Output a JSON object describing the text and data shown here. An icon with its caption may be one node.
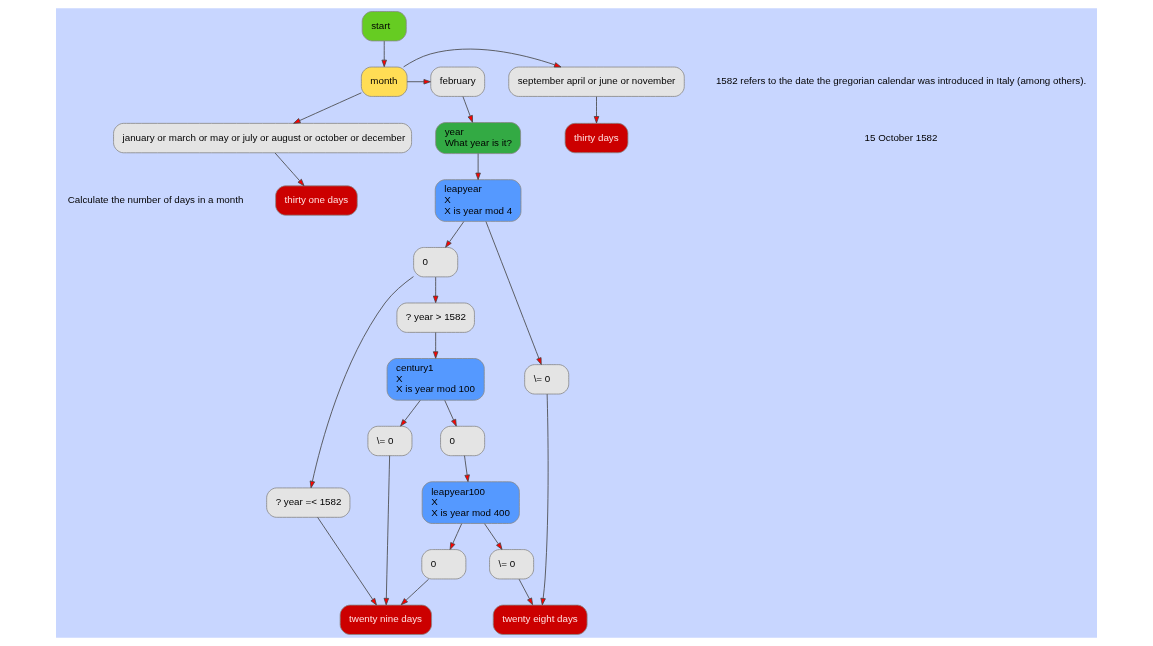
{
  "diagram": {
    "nodes": [
      {
        "text": [
          "start"
        ]
      },
      {
        "text": [
          "month"
        ]
      },
      {
        "text": [
          "september april or june or november"
        ]
      },
      {
        "text": [
          "february"
        ]
      },
      {
        "text": [
          "thirty days"
        ]
      },
      {
        "text": [
          "january or march or may or july or august or october or december"
        ]
      },
      {
        "text": [
          "year",
          "What year is it?"
        ]
      },
      {
        "text": [
          "leapyear",
          "X",
          "X is year mod 4"
        ]
      },
      {
        "text": [
          "0"
        ]
      },
      {
        "text": [
          "? year > 1582"
        ]
      },
      {
        "text": [
          "century1",
          "X",
          "X is year mod 100"
        ]
      },
      {
        "text": [
          "0"
        ]
      },
      {
        "text": [
          "\\= 0"
        ]
      },
      {
        "text": [
          "? year =< 1582"
        ]
      },
      {
        "text": [
          "\\= 0"
        ]
      },
      {
        "text": [
          "thirty one days"
        ]
      },
      {
        "text": [
          "twenty eight days"
        ]
      },
      {
        "text": [
          "twenty nine days"
        ]
      },
      {
        "text": [
          "leapyear100",
          "X",
          "X is year mod 400"
        ]
      },
      {
        "text": [
          "0"
        ]
      },
      {
        "text": [
          "\\= 0"
        ]
      }
    ],
    "edges": [
      {
        "from": 0,
        "to": 1,
        "arrow": "to"
      },
      {
        "from": 1,
        "to": 2,
        "arrow": "to"
      },
      {
        "from": 1,
        "to": 3,
        "arrow": "to"
      },
      {
        "from": 1,
        "to": 5,
        "arrow": "to"
      },
      {
        "from": 2,
        "to": 4,
        "arrow": "to"
      },
      {
        "from": 5,
        "to": 15,
        "arrow": "to"
      },
      {
        "from": 3,
        "to": 6,
        "arrow": "to"
      },
      {
        "from": 6,
        "to": 7,
        "arrow": "to"
      },
      {
        "from": 7,
        "to": 8,
        "arrow": "to"
      },
      {
        "from": 7,
        "to": 12,
        "arrow": "to"
      },
      {
        "from": 12,
        "to": 16,
        "arrow": "to"
      },
      {
        "from": 8,
        "to": 9,
        "arrow": "to"
      },
      {
        "from": 8,
        "to": 13,
        "arrow": "to"
      },
      {
        "from": 9,
        "to": 10,
        "arrow": "to"
      },
      {
        "from": 13,
        "to": 17,
        "arrow": "to"
      },
      {
        "from": 10,
        "to": 11,
        "arrow": "to"
      },
      {
        "from": 10,
        "to": 14,
        "arrow": "to"
      },
      {
        "from": 14,
        "to": 17,
        "arrow": "to"
      },
      {
        "from": 11,
        "to": 18,
        "arrow": "to"
      },
      {
        "from": 18,
        "to": 19,
        "arrow": "to"
      },
      {
        "from": 19,
        "to": 17,
        "arrow": "to"
      },
      {
        "from": 18,
        "to": 20,
        "arrow": "to"
      },
      {
        "from": 20,
        "to": 16,
        "arrow": "to"
      }
    ],
    "labels": [
      "1582 refers to the date the gregorian calendar was introduced in Italy (among others).",
      "15 October 1582",
      "Calculate the number of days in a month"
    ]
  }
}
